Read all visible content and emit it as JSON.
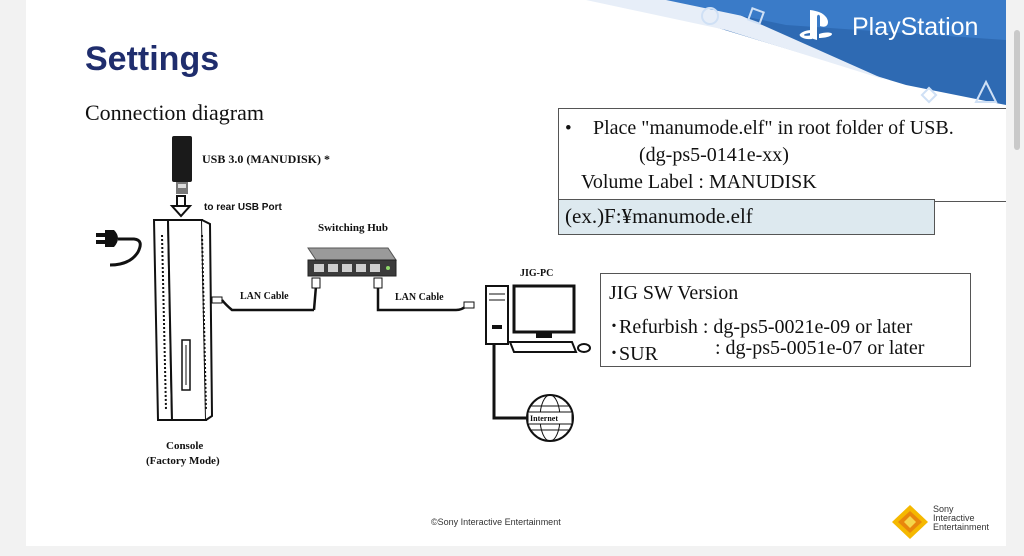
{
  "slide": {
    "title": "Settings",
    "subtitle": "Connection diagram",
    "brand": "PlayStation",
    "copyright": "©Sony Interactive Entertainment",
    "sony_lines": [
      "Sony",
      "Interactive",
      "Entertainment"
    ]
  },
  "usb_note": {
    "bullet": "•",
    "line1": "Place \"manumode.elf\" in root folder of USB.",
    "line2": "(dg-ps5-0141e-xx)",
    "line3": "Volume Label : MANUDISK",
    "example": "(ex.)F:¥manumode.elf"
  },
  "jig_sw": {
    "heading": "JIG SW Version",
    "row1": "･Refurbish : dg-ps5-0021e-09 or later",
    "row2_label": "･SUR",
    "row2_value": ": dg-ps5-0051e-07 or later"
  },
  "diagram": {
    "usb_label": "USB 3.0 (MANUDISK) *",
    "rear_port_label": "to rear USB Port",
    "hub_label": "Switching Hub",
    "lan_left": "LAN Cable",
    "lan_right": "LAN Cable",
    "jigpc_label": "JIG-PC",
    "internet_label": "Internet",
    "console_line1": "Console",
    "console_line2": "(Factory Mode)"
  },
  "colors": {
    "title": "#1f2d6d",
    "banner": "#2e6ab3",
    "example_box": "#dde9ef",
    "sony_logo": "#f5b800"
  }
}
